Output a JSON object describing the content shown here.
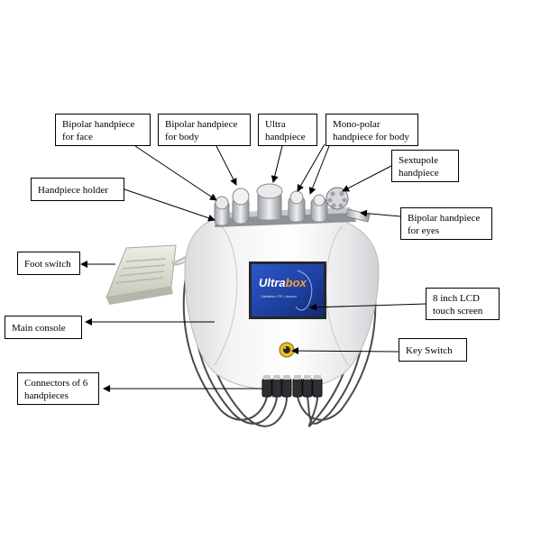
{
  "labels": {
    "bipolar_face": "Bipolar handpiece\nfor face",
    "bipolar_body": "Bipolar handpiece\nfor body",
    "ultra": "Ultra\nhandpiece",
    "monopolar_body": "Mono-polar\nhandpiece for body",
    "sextupole": "Sextupole\nhandpiece",
    "holder": "Handpiece holder",
    "bipolar_eyes": "Bipolar handpiece\nfor eyes",
    "foot_switch": "Foot switch",
    "lcd": "8 inch LCD\ntouch screen",
    "main_console": "Main console",
    "key_switch": "Key Switch",
    "connectors": "Connectors of 6\nhandpieces"
  },
  "screen": {
    "brand_part1": "Ultra",
    "brand_part2": "box",
    "tagline": "Cavitation  •  RF  •  Vacuum"
  },
  "colors": {
    "screen_blue": "#1d3f9e",
    "brand_orange": "#f0a23a",
    "arrow": "#000000"
  }
}
